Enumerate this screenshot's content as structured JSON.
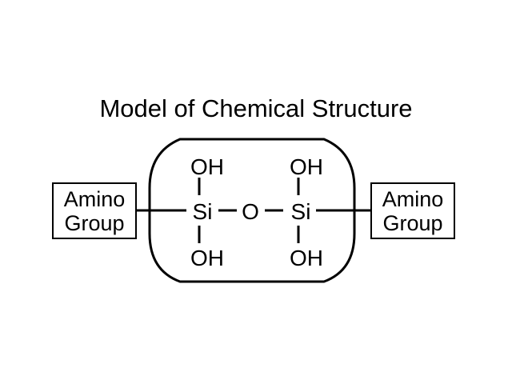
{
  "title": "Model of Chemical Structure",
  "structure": {
    "left_group": {
      "line1": "Amino",
      "line2": "Group"
    },
    "right_group": {
      "line1": "Amino",
      "line2": "Group"
    },
    "left_si": {
      "top": "OH",
      "center": "Si",
      "bottom": "OH"
    },
    "bridge": "O",
    "right_si": {
      "top": "OH",
      "center": "Si",
      "bottom": "OH"
    }
  },
  "colors": {
    "stroke": "#000000",
    "background": "#ffffff"
  }
}
